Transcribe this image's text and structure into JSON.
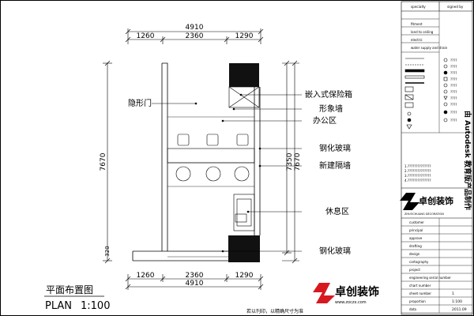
{
  "dimensions": {
    "top_total": "4910",
    "top_segments": [
      "1260",
      "2360",
      "1290"
    ],
    "bottom_segments": [
      "1260",
      "2360",
      "1290"
    ],
    "bottom_total": "4910",
    "left_total": "7670",
    "right_inner": "7350",
    "right_outer": "7670",
    "bottom_small": "320"
  },
  "labels": {
    "hidden_door": "隐形门",
    "embedded_safe": "嵌入式保险箱",
    "image_wall": "形象墙",
    "office_area": "办公区",
    "tempered_glass_1": "钢化玻璃",
    "new_partition": "新建隔墙",
    "rest_area": "休息区",
    "tempered_glass_2": "钢化玻璃"
  },
  "plan_title": "平面布置图",
  "plan_scale_label": "PLAN",
  "plan_scale_value": "1:100",
  "brand": {
    "name": "卓创装饰",
    "sub": "ZHUOCHUANG DECORATION",
    "url": "www.zoczx.com",
    "slogan": "若以刊印，以精确尺寸为准"
  },
  "title_block": {
    "head_left": "specialty",
    "head_right": "signed by",
    "legend_rows": [
      "fitment",
      "land to ceiling",
      "electric",
      "water supply and drain"
    ],
    "right_legend_lines": [
      "????",
      "????",
      "????",
      "????",
      "????",
      "????",
      "????",
      "????",
      "????",
      "????"
    ],
    "vertical_text": "由 Autodesk 教育版产品制作",
    "notes": [
      "1.??????????????",
      "2.??????????????",
      "3.??????????????",
      "4.??????????????"
    ],
    "rows": [
      {
        "key": "customer",
        "value": ""
      },
      {
        "key": "principal",
        "value": ""
      },
      {
        "key": "approve",
        "value": ""
      },
      {
        "key": "drafting",
        "value": ""
      },
      {
        "key": "design",
        "value": ""
      },
      {
        "key": "cartography",
        "value": ""
      },
      {
        "key": "project",
        "value": ""
      },
      {
        "key": "engineering serial number",
        "value": ""
      },
      {
        "key": "chart number",
        "value": ""
      },
      {
        "key": "sheet number",
        "value": "1"
      },
      {
        "key": "proportion",
        "value": "1:100"
      },
      {
        "key": "data",
        "value": "2011.09"
      }
    ]
  },
  "colors": {
    "ink": "#000000",
    "wall": "#111111",
    "brand_red": "#d7191f"
  }
}
